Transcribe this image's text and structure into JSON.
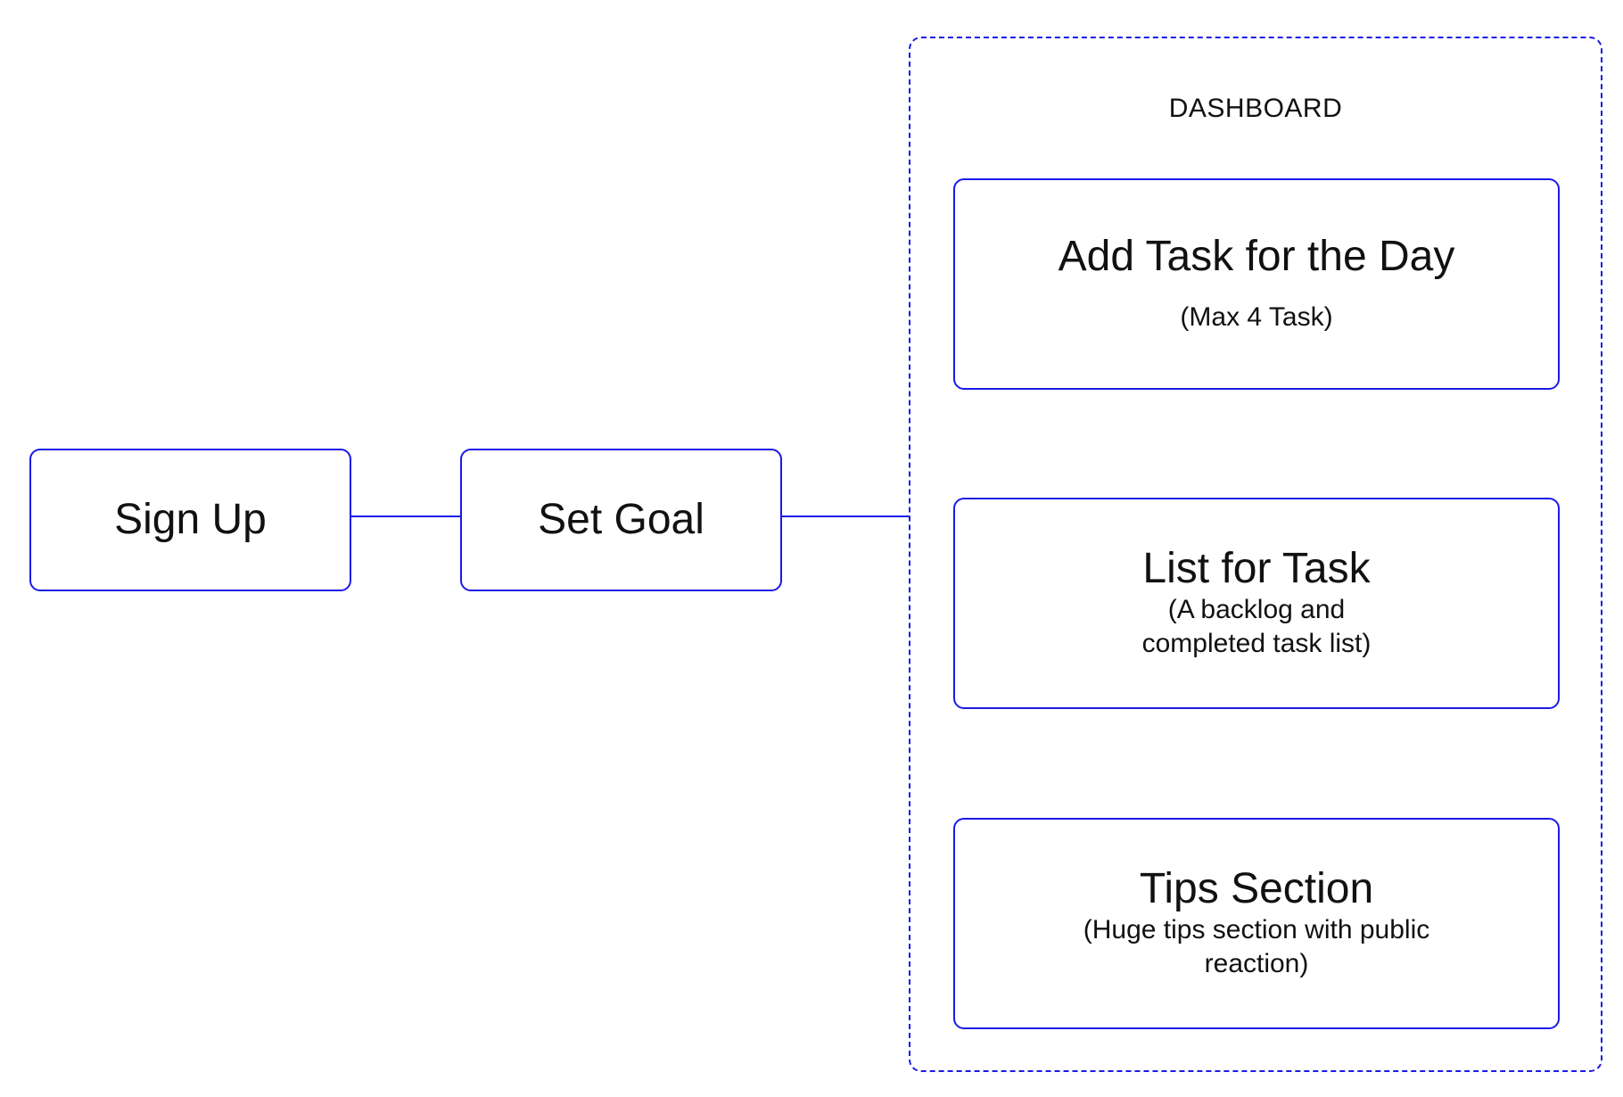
{
  "flow": {
    "sign_up": "Sign Up",
    "set_goal": "Set Goal"
  },
  "dashboard": {
    "label": "DASHBOARD",
    "cards": [
      {
        "title": "Add Task for the Day",
        "subtitle": "(Max 4 Task)"
      },
      {
        "title": "List for Task",
        "subtitle": "(A backlog and completed task list)"
      },
      {
        "title": "Tips Section",
        "subtitle": "(Huge tips section with public reaction)"
      }
    ]
  },
  "colors": {
    "accent": "#1a1ae6",
    "text": "#111111",
    "background": "#ffffff"
  }
}
